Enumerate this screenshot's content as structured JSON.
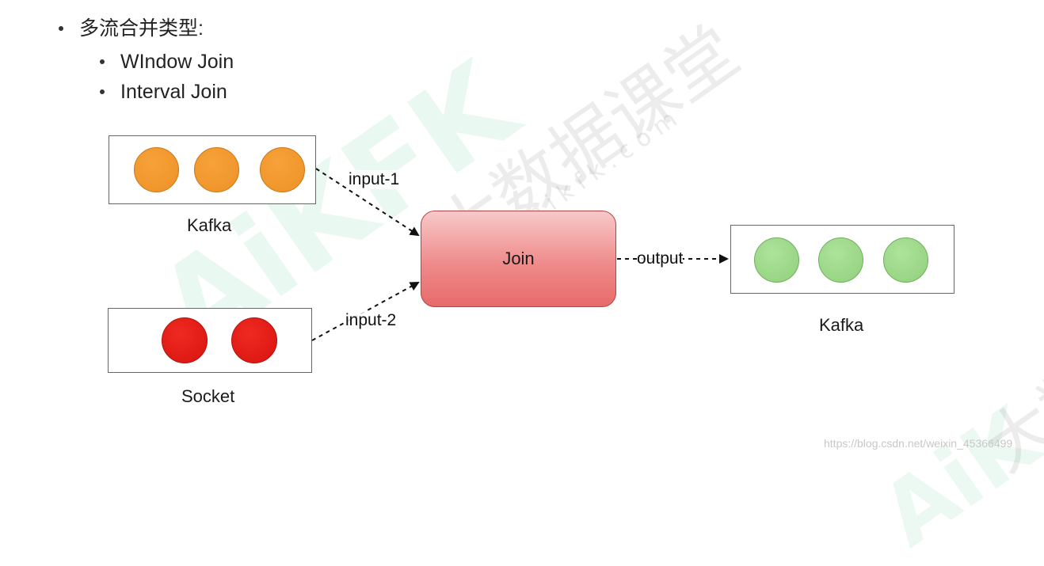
{
  "bullets": {
    "title": "多流合并类型:",
    "items": [
      "WIndow Join",
      "Interval Join"
    ]
  },
  "diagram": {
    "source1": {
      "label": "Kafka",
      "items": 3,
      "color": "#f0962a"
    },
    "source2": {
      "label": "Socket",
      "items": 2,
      "color": "#e01a14"
    },
    "join": {
      "label": "Join",
      "color": "#ee8080"
    },
    "sink": {
      "label": "Kafka",
      "items": 3,
      "color": "#9bd987"
    },
    "edges": {
      "input1": "input-1",
      "input2": "input-2",
      "output": "output"
    }
  },
  "watermark": {
    "cn": "大数据课堂",
    "site": "w w w . a i k f k . c o m",
    "logo": "AiKFK",
    "corner_cn": "大数",
    "corner_logo": "AiK"
  },
  "credit": "https://blog.csdn.net/weixin_45366499"
}
